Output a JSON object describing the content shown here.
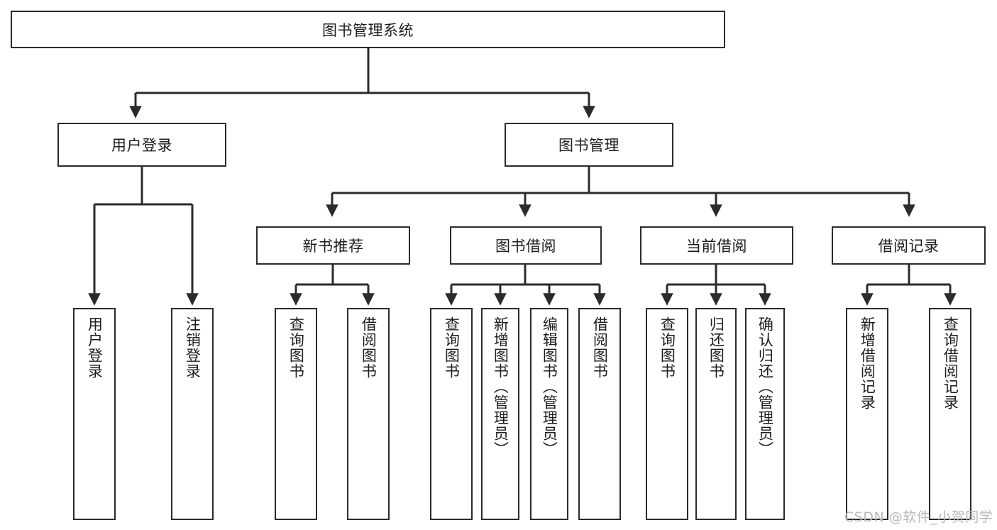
{
  "diagram": {
    "title_node": {
      "label": "图书管理系统"
    },
    "level1": [
      {
        "label": "用户登录"
      },
      {
        "label": "图书管理"
      }
    ],
    "level2": [
      {
        "label": "新书推荐"
      },
      {
        "label": "图书借阅"
      },
      {
        "label": "当前借阅"
      },
      {
        "label": "借阅记录"
      }
    ],
    "leaves": {
      "user_login": [
        {
          "label": "用户登录"
        },
        {
          "label": "注销登录"
        }
      ],
      "new_book_recommend": [
        {
          "label": "查询图书"
        },
        {
          "label": "借阅图书"
        }
      ],
      "book_borrow": [
        {
          "label": "查询图书"
        },
        {
          "label": "新增图书（管理员）"
        },
        {
          "label": "编辑图书（管理员）"
        },
        {
          "label": "借阅图书"
        }
      ],
      "current_borrow": [
        {
          "label": "查询图书"
        },
        {
          "label": "归还图书"
        },
        {
          "label": "确认归还（管理员）"
        }
      ],
      "borrow_record": [
        {
          "label": "新增借阅记录"
        },
        {
          "label": "查询借阅记录"
        }
      ]
    }
  },
  "watermark": {
    "text": "CSDN @软件_小贺同学"
  },
  "colors": {
    "stroke": "#2b2b2b",
    "text": "#1d1d1d",
    "background": "#ffffff",
    "watermark": "#b9b9b9"
  }
}
